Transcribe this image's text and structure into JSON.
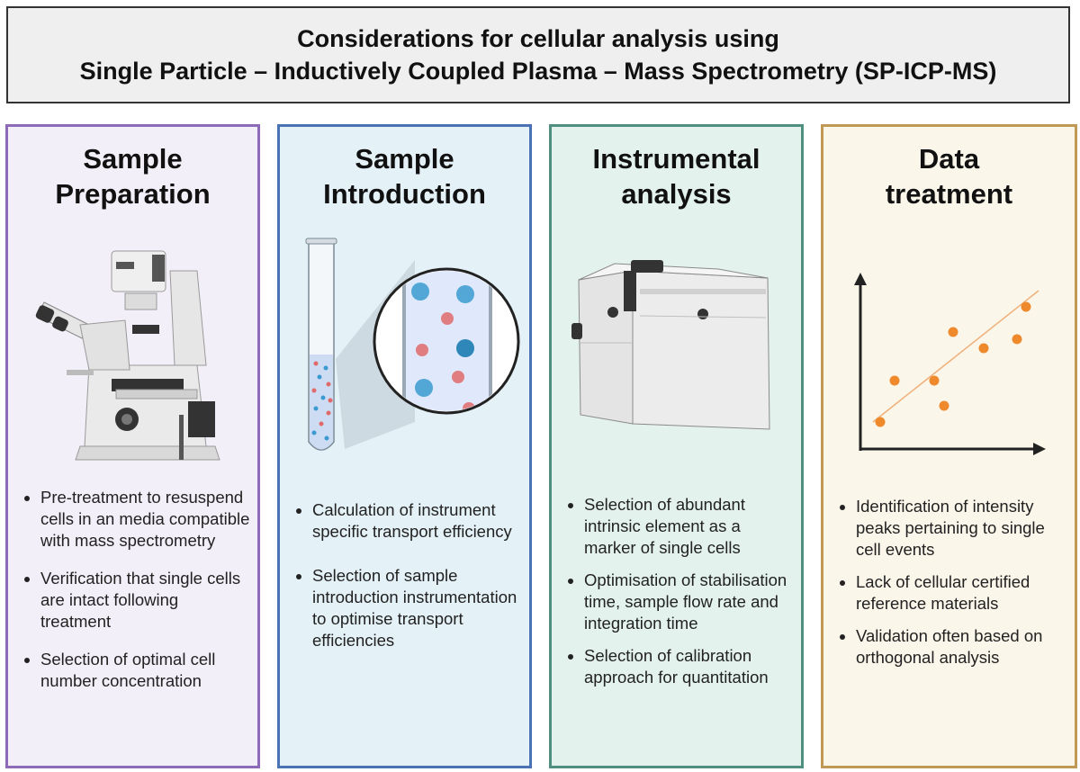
{
  "header": {
    "line1": "Considerations for cellular analysis using",
    "line2": "Single Particle – Inductively Coupled Plasma – Mass Spectrometry (SP-ICP-MS)"
  },
  "panels": [
    {
      "title": [
        "Sample",
        "Preparation"
      ],
      "bullets": [
        "Pre-treatment to resuspend cells in an media compatible with mass spectrometry",
        "Verification that single cells are intact following treatment",
        "Selection of optimal cell number concentration"
      ]
    },
    {
      "title": [
        "Sample",
        "Introduction"
      ],
      "bullets": [
        "Calculation of instrument specific transport efficiency",
        "Selection of sample introduction instrumentation to optimise transport efficiencies"
      ]
    },
    {
      "title": [
        "Instrumental",
        "analysis"
      ],
      "bullets": [
        "Selection of abundant intrinsic element as a marker of single cells",
        "Optimisation of stabilisation time, sample flow rate and integration time",
        "Selection of calibration approach for quantitation"
      ]
    },
    {
      "title": [
        "Data",
        "treatment"
      ],
      "bullets": [
        "Identification of intensity peaks pertaining to single cell events",
        "Lack of cellular certified reference materials",
        "Validation often based on orthogonal analysis"
      ]
    }
  ],
  "colors": {
    "panel1_border": "#8e6bb8",
    "panel2_border": "#4a73b5",
    "panel3_border": "#4f8f80",
    "panel4_border": "#c09a55",
    "cell_blue": "#3a9bd0",
    "cell_red": "#e06a6a",
    "plot_point": "#ef8a2c"
  },
  "icons": [
    "microscope-icon",
    "test-tube-icon",
    "magnifier-icon",
    "icp-ms-instrument-icon",
    "scatter-plot-icon"
  ]
}
